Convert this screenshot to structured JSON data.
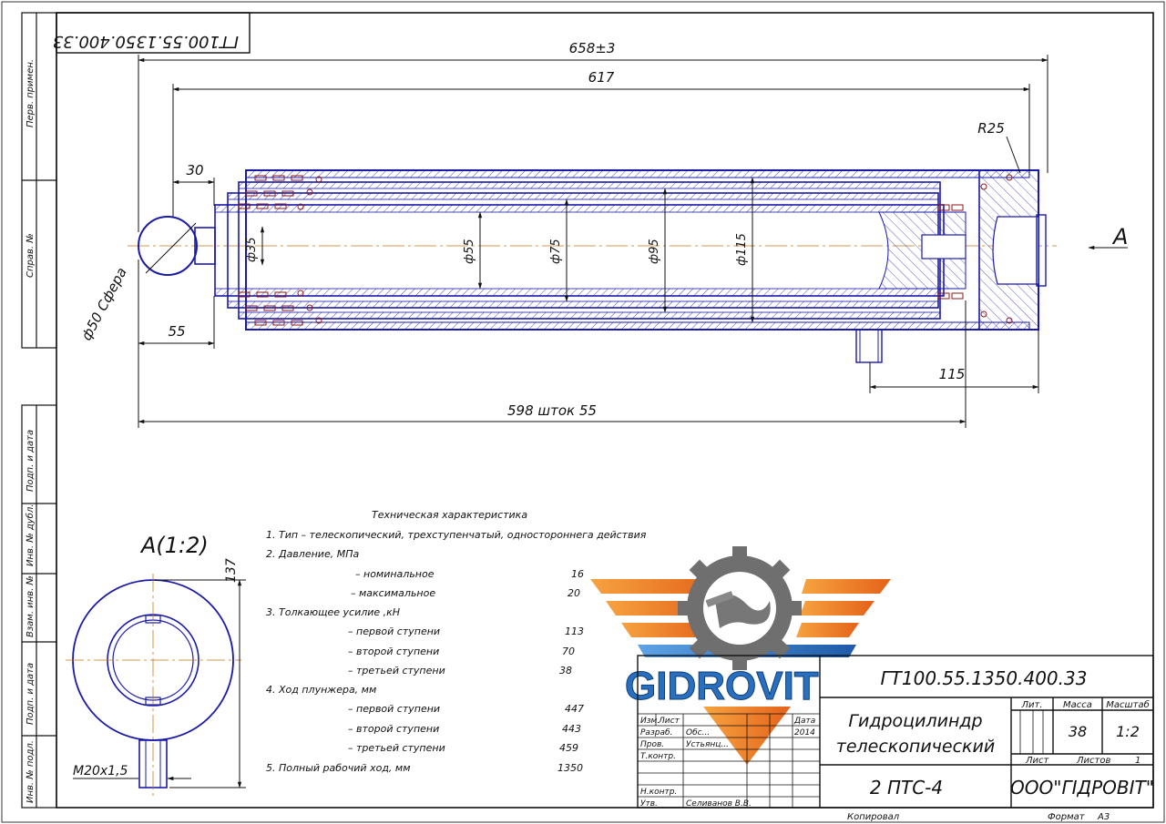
{
  "doc_number": "ГТ100.55.1350.400.33",
  "doc_number_mirrored": "ГТ100.55.1350.400.33",
  "side_labels": {
    "perv_primen": "Перв. примен.",
    "sprav_no": "Справ. №",
    "podp_data_1": "Подп. и дата",
    "inv_dubl": "Инв. № дубл.",
    "vzam_inv": "Взам. инв. №",
    "podp_data_2": "Подп. и дата",
    "inv_podl": "Инв. № подл."
  },
  "dimensions": {
    "total_length": "658±3",
    "body_length": "617",
    "radius": "R25",
    "ball_offset": "30",
    "ball_dia": "ф50 Сфера",
    "ball_len": "55",
    "d35": "ф35",
    "d55": "ф55",
    "d75": "ф75",
    "d95": "ф95",
    "d115": "ф115",
    "port_offset": "115",
    "stroke": "598 шток 55",
    "view_arrow": "А",
    "view_height": "137",
    "thread": "M20x1,5"
  },
  "view_title": "А(1:2)",
  "specs": {
    "title": "Техническая характеристика",
    "lines": [
      {
        "text": "1. Тип – телескопический, трехступенчатый, одностороннега действия",
        "value": ""
      },
      {
        "text": "2. Давление, МПа",
        "value": ""
      },
      {
        "text": "– номинальное",
        "value": "16"
      },
      {
        "text": "– максимальное",
        "value": "20"
      },
      {
        "text": "3. Толкающее усилие ,кН",
        "value": ""
      },
      {
        "text": "– первой ступени",
        "value": "113"
      },
      {
        "text": "– второй ступени",
        "value": "70"
      },
      {
        "text": "– третьей ступени",
        "value": "38"
      },
      {
        "text": "4. Ход плунжера, мм",
        "value": ""
      },
      {
        "text": "– первой ступени",
        "value": "447"
      },
      {
        "text": "– второй ступени",
        "value": "443"
      },
      {
        "text": "– третьей ступени",
        "value": "459"
      },
      {
        "text": "5. Полный рабочий ход, мм",
        "value": "1350"
      }
    ]
  },
  "logo": {
    "brand": "GIDROVIT",
    "colors": {
      "orange": "#f07a1a",
      "blue": "#2a6fbd",
      "gray": "#7a7a7a"
    }
  },
  "title_block": {
    "designation": "ГТ100.55.1350.400.33",
    "name_line1": "Гидроцилиндр",
    "name_line2": "телескопический",
    "model": "2 ПТС-4",
    "company": "ООО\"ГIДРОВIТ\"",
    "lit_label": "Лит.",
    "mass_label": "Масса",
    "scale_label": "Масштаб",
    "mass_value": "38",
    "scale_value": "1:2",
    "sheet_label": "Лист",
    "sheets_label": "Листов",
    "sheets_value": "1",
    "year": "2014",
    "rows": {
      "izm": "Изм.",
      "list": "Лист",
      "data": "Дата",
      "razrab": "Разраб.",
      "prov": "Пров.",
      "tkontr": "Т.контр.",
      "nkontr": "Н.контр.",
      "utv": "Утв.",
      "razrab_name": "Обс...",
      "prov_name": "Устьянц...",
      "utv_name": "Селиванов В.В."
    },
    "copied": "Копировал",
    "format_label": "Формат",
    "format_value": "A3"
  },
  "colors": {
    "outline": "#1a1aa8",
    "hatch": "#1a1aa8",
    "dim": "#111111",
    "seal": "#8b1a1a"
  }
}
